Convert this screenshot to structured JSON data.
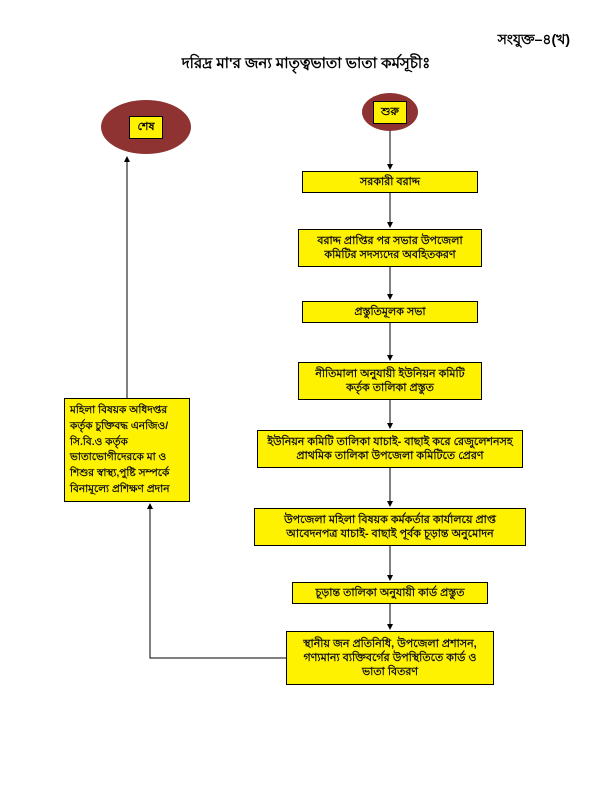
{
  "document": {
    "attachment_label": "সংযুক্ত–৪(খ)",
    "title": "দরিদ্র মা'র জন্য মাতৃত্বভাতা ভাতা কর্মসূচীঃ"
  },
  "flowchart": {
    "start_label": "শুরু",
    "end_label": "শেষ",
    "steps": [
      "সরকারী বরাদ্দ",
      "বরাদ্দ প্রাপ্তির পর সভার উপজেলা কমিটির সদস্যদের অবহিতকরণ",
      "প্রস্তুতিমূলক সভা",
      "নীতিমালা অনুযায়ী ইউনিয়ন কমিটি কর্তৃক তালিকা প্রস্তুত",
      "ইউনিয়ন কমিটি তালিকা যাচাই- বাছাই করে রেজুলেশনসহ প্রাথমিক তালিকা উপজেলা কমিটিতে প্রেরণ",
      "উপজেলা মহিলা বিষয়ক কর্মকর্তার কার্যালয়ে প্রাপ্ত আবেদনপত্র যাচাই- বাছাই পূর্বক চূড়ান্ত অনুমোদন",
      "চূড়ান্ত তালিকা অনুযায়ী কার্ড প্রস্তুত",
      "স্থানীয় জন প্রতিনিধি, উপজেলা প্রশাসন, গণ্যমান্য ব্যক্তিবর্গের উপস্থিতিতে কার্ড ও ভাতা বিতরণ"
    ],
    "side_note": "মহিলা বিষয়ক অধিদপ্তর কর্তৃক চুক্তিবদ্ধ এনজিও/সি.বি.ও কর্তৃক ভাতাভোগীদেরকে মা ও শিশুর স্বাস্থ্য,পুষ্টি সম্পর্কে বিনামূল্যে প্রশিক্ষণ প্রদান"
  },
  "colors": {
    "box_fill": "#fff200",
    "box_border": "#000000",
    "terminator_fill": "#8e3332",
    "text": "#151515"
  }
}
